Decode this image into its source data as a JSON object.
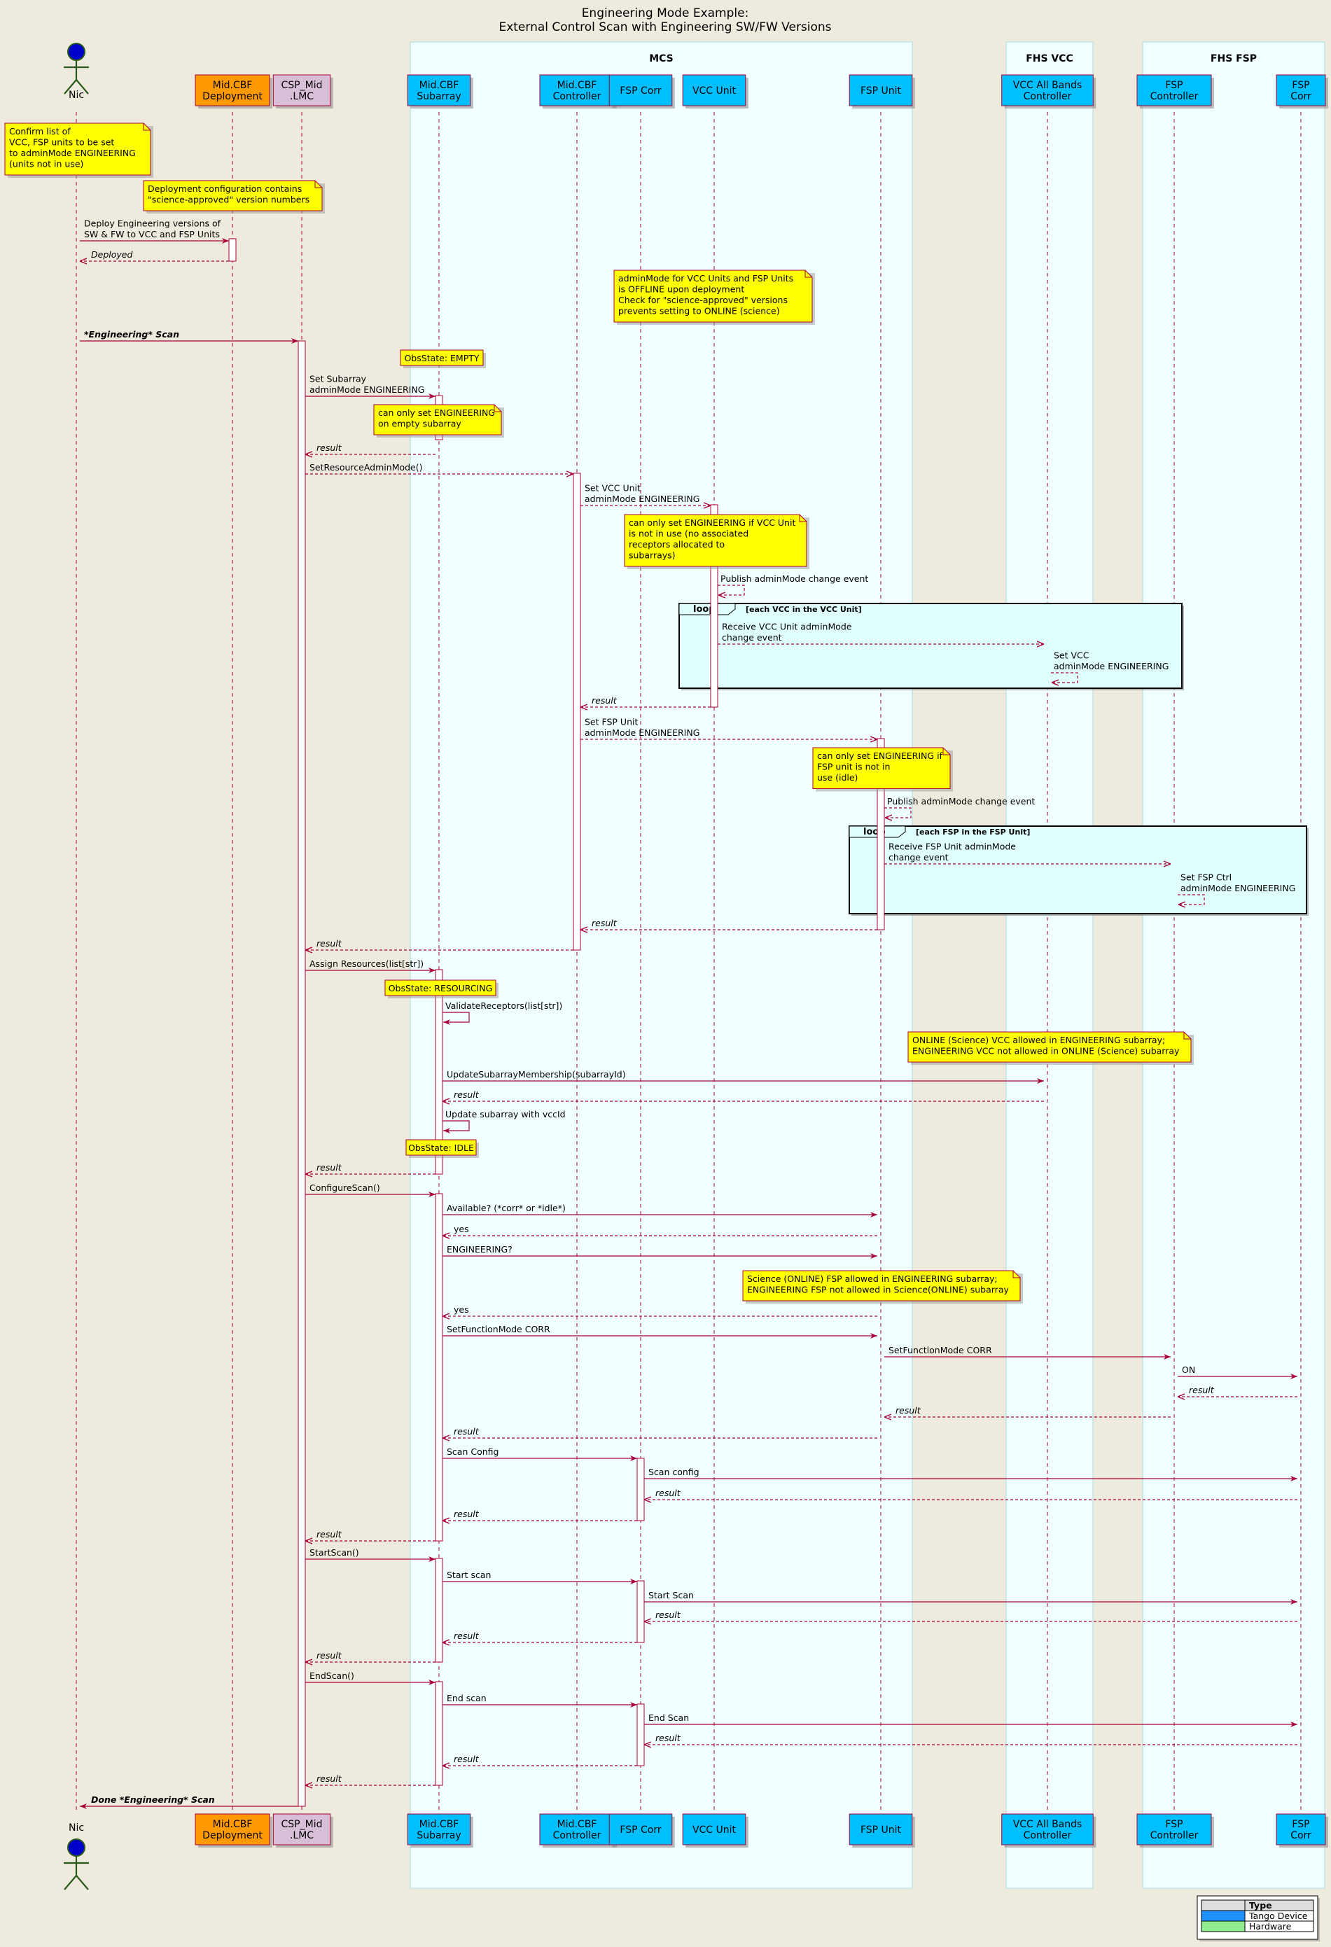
{
  "title": [
    "Engineering Mode Example:",
    "External Control Scan with Engineering SW/FW Versions"
  ],
  "colors": {
    "background": "#EEEADD",
    "box_fill": "#F0FFFF",
    "box_stroke": "#AADDDD",
    "tango": "#00BFFF",
    "deployment": "#FF9900",
    "lmc": "#D8BFD8",
    "note": "#FFFF00",
    "arrow": "#A80036",
    "loop_fill": "#E0FFFF",
    "actor": "#0000CC",
    "hardware": "#90EE90",
    "legend_tango": "#1E90FF"
  },
  "boxes": [
    {
      "id": "mcs",
      "title": "MCS"
    },
    {
      "id": "fhs_vcc",
      "title": "FHS VCC"
    },
    {
      "id": "fhs_fsp",
      "title": "FHS FSP"
    }
  ],
  "participants": [
    {
      "id": "nic",
      "label": [
        "Nic"
      ],
      "kind": "actor"
    },
    {
      "id": "dep",
      "label": [
        "Mid.CBF",
        "Deployment"
      ],
      "kind": "deployment"
    },
    {
      "id": "lmc",
      "label": [
        "CSP_Mid",
        ".LMC"
      ],
      "kind": "lmc"
    },
    {
      "id": "sub",
      "label": [
        "Mid.CBF",
        "Subarray"
      ],
      "kind": "tango"
    },
    {
      "id": "ctl",
      "label": [
        "Mid.CBF",
        "Controller"
      ],
      "kind": "tango"
    },
    {
      "id": "corr",
      "label": [
        "FSP Corr"
      ],
      "kind": "tango"
    },
    {
      "id": "vcc",
      "label": [
        "VCC Unit"
      ],
      "kind": "tango"
    },
    {
      "id": "fsp",
      "label": [
        "FSP Unit"
      ],
      "kind": "tango"
    },
    {
      "id": "vccab",
      "label": [
        "VCC All Bands",
        "Controller"
      ],
      "kind": "tango"
    },
    {
      "id": "fspc",
      "label": [
        "FSP",
        "Controller"
      ],
      "kind": "tango"
    },
    {
      "id": "fspcorr",
      "label": [
        "FSP",
        "Corr"
      ],
      "kind": "tango"
    }
  ],
  "notes": [
    {
      "id": "n1",
      "lines": [
        "Confirm list of",
        " VCC, FSP units to be set",
        "to adminMode ENGINEERING",
        "(units not in use)"
      ]
    },
    {
      "id": "n2",
      "lines": [
        "Deployment configuration contains",
        "\"science-approved\" version numbers"
      ]
    },
    {
      "id": "n3",
      "lines": [
        "adminMode for VCC Units and FSP Units",
        "is OFFLINE upon deployment",
        "Check for \"science-approved\" versions",
        "prevents setting to ONLINE (science)"
      ]
    },
    {
      "id": "s1",
      "lines": [
        "ObsState: EMPTY"
      ]
    },
    {
      "id": "n4",
      "lines": [
        "can only set ENGINEERING",
        "on empty subarray"
      ]
    },
    {
      "id": "n5",
      "lines": [
        "can only set ENGINEERING if VCC Unit",
        "is not in use (no associated",
        "receptors allocated to",
        "subarrays)"
      ]
    },
    {
      "id": "n6",
      "lines": [
        "can only set ENGINEERING if",
        "FSP unit is not in",
        "use (idle)"
      ]
    },
    {
      "id": "s2",
      "lines": [
        "ObsState: RESOURCING"
      ]
    },
    {
      "id": "n7",
      "lines": [
        "ONLINE (Science) VCC allowed in ENGINEERING subarray;",
        "ENGINEERING VCC not allowed in ONLINE (Science) subarray"
      ]
    },
    {
      "id": "s3",
      "lines": [
        "ObsState: IDLE"
      ]
    },
    {
      "id": "n8",
      "lines": [
        "Science (ONLINE) FSP allowed in ENGINEERING subarray;",
        "ENGINEERING FSP not allowed in Science(ONLINE) subarray"
      ]
    }
  ],
  "loops": [
    {
      "keyword": "loop",
      "condition": "[each VCC in the VCC Unit]"
    },
    {
      "keyword": "loop",
      "condition": "[each FSP in the FSP Unit]"
    }
  ],
  "messages": [
    {
      "id": "m1",
      "lines": [
        "Deploy Engineering versions of",
        "SW & FW to VCC and FSP Units"
      ]
    },
    {
      "id": "m2",
      "lines": [
        "Deployed"
      ],
      "italic": true
    },
    {
      "id": "m3",
      "lines": [
        "*Engineering* Scan"
      ],
      "bold_italic": true
    },
    {
      "id": "m4",
      "lines": [
        "Set Subarray",
        "adminMode ENGINEERING"
      ]
    },
    {
      "id": "m5",
      "lines": [
        "result"
      ],
      "italic": true
    },
    {
      "id": "m6",
      "lines": [
        "SetResourceAdminMode()"
      ]
    },
    {
      "id": "m7",
      "lines": [
        "Set VCC Unit",
        "adminMode ENGINEERING"
      ]
    },
    {
      "id": "m8",
      "lines": [
        "Publish adminMode change event"
      ]
    },
    {
      "id": "m9",
      "lines": [
        "Receive VCC Unit adminMode",
        "change event"
      ]
    },
    {
      "id": "m10",
      "lines": [
        "Set VCC",
        "adminMode ENGINEERING"
      ]
    },
    {
      "id": "m11",
      "lines": [
        "result"
      ],
      "italic": true
    },
    {
      "id": "m12",
      "lines": [
        "Set FSP Unit",
        "adminMode ENGINEERING"
      ]
    },
    {
      "id": "m13",
      "lines": [
        "Publish adminMode change event"
      ]
    },
    {
      "id": "m14",
      "lines": [
        "Receive FSP Unit adminMode",
        "change event"
      ]
    },
    {
      "id": "m15",
      "lines": [
        "Set FSP Ctrl",
        "adminMode ENGINEERING"
      ]
    },
    {
      "id": "m16",
      "lines": [
        "result"
      ],
      "italic": true
    },
    {
      "id": "m17",
      "lines": [
        "result"
      ],
      "italic": true
    },
    {
      "id": "m18",
      "lines": [
        "Assign Resources(list[str])"
      ]
    },
    {
      "id": "m19",
      "lines": [
        "ValidateReceptors(list[str])"
      ]
    },
    {
      "id": "m20",
      "lines": [
        "UpdateSubarrayMembership(subarrayId)"
      ]
    },
    {
      "id": "m21",
      "lines": [
        "result"
      ],
      "italic": true
    },
    {
      "id": "m22",
      "lines": [
        "Update subarray with vccId"
      ]
    },
    {
      "id": "m23",
      "lines": [
        "result"
      ],
      "italic": true
    },
    {
      "id": "m24",
      "lines": [
        "ConfigureScan()"
      ]
    },
    {
      "id": "m25",
      "lines": [
        "Available? (*corr* or *idle*)"
      ]
    },
    {
      "id": "m26",
      "lines": [
        "yes"
      ]
    },
    {
      "id": "m27",
      "lines": [
        "ENGINEERING?"
      ]
    },
    {
      "id": "m28",
      "lines": [
        "yes"
      ]
    },
    {
      "id": "m29",
      "lines": [
        "SetFunctionMode CORR"
      ]
    },
    {
      "id": "m30",
      "lines": [
        "SetFunctionMode CORR"
      ]
    },
    {
      "id": "m31",
      "lines": [
        "ON"
      ]
    },
    {
      "id": "m32",
      "lines": [
        "result"
      ],
      "italic": true
    },
    {
      "id": "m33",
      "lines": [
        "result"
      ],
      "italic": true
    },
    {
      "id": "m34",
      "lines": [
        "result"
      ],
      "italic": true
    },
    {
      "id": "m35",
      "lines": [
        "Scan Config"
      ]
    },
    {
      "id": "m36",
      "lines": [
        "Scan config"
      ]
    },
    {
      "id": "m37",
      "lines": [
        "result"
      ],
      "italic": true
    },
    {
      "id": "m38",
      "lines": [
        "result"
      ],
      "italic": true
    },
    {
      "id": "m39",
      "lines": [
        "result"
      ],
      "italic": true
    },
    {
      "id": "m40",
      "lines": [
        "StartScan()"
      ]
    },
    {
      "id": "m41",
      "lines": [
        "Start scan"
      ]
    },
    {
      "id": "m42",
      "lines": [
        "Start Scan"
      ]
    },
    {
      "id": "m43",
      "lines": [
        "result"
      ],
      "italic": true
    },
    {
      "id": "m44",
      "lines": [
        "result"
      ],
      "italic": true
    },
    {
      "id": "m45",
      "lines": [
        "result"
      ],
      "italic": true
    },
    {
      "id": "m46",
      "lines": [
        "EndScan()"
      ]
    },
    {
      "id": "m47",
      "lines": [
        "End scan"
      ]
    },
    {
      "id": "m48",
      "lines": [
        "End Scan"
      ]
    },
    {
      "id": "m49",
      "lines": [
        "result"
      ],
      "italic": true
    },
    {
      "id": "m50",
      "lines": [
        "result"
      ],
      "italic": true
    },
    {
      "id": "m51",
      "lines": [
        "result"
      ],
      "italic": true
    },
    {
      "id": "m52",
      "lines": [
        "Done *Engineering* Scan"
      ],
      "bold_italic": true
    }
  ],
  "legend": {
    "header": "Type",
    "rows": [
      {
        "label": "Tango Device",
        "color": "#1E90FF"
      },
      {
        "label": "Hardware",
        "color": "#90EE90"
      }
    ]
  }
}
